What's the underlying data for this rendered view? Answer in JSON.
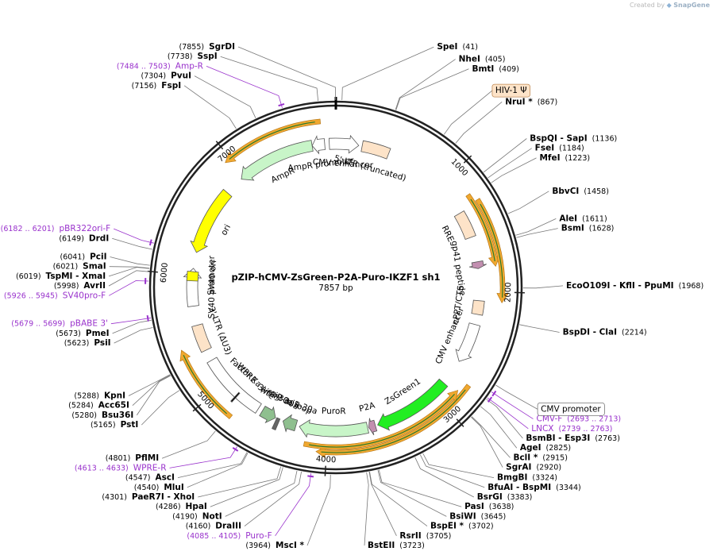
{
  "watermark": {
    "prefix": "Created by",
    "brand": "SnapGene"
  },
  "plasmid": {
    "name": "pZIP-hCMV-ZsGreen-P2A-Puro-IKZF1 sh1",
    "size_label": "7857 bp",
    "length": 7857
  },
  "ticks": [
    "1000",
    "2000",
    "3000",
    "4000",
    "5000",
    "6000",
    "7000"
  ],
  "sites": [
    {
      "name": "SpeI",
      "pos": "(41)",
      "bp": 41
    },
    {
      "name": "NheI",
      "pos": "(405)",
      "bp": 405
    },
    {
      "name": "BmtI",
      "pos": "(409)",
      "bp": 409
    },
    {
      "name": "NruI *",
      "pos": "(867)",
      "bp": 867
    },
    {
      "name": "BspQI - SapI",
      "pos": "(1136)",
      "bp": 1136
    },
    {
      "name": "FseI",
      "pos": "(1184)",
      "bp": 1184
    },
    {
      "name": "MfeI",
      "pos": "(1223)",
      "bp": 1223
    },
    {
      "name": "BbvCI",
      "pos": "(1458)",
      "bp": 1458
    },
    {
      "name": "AleI",
      "pos": "(1611)",
      "bp": 1611
    },
    {
      "name": "BsmI",
      "pos": "(1628)",
      "bp": 1628
    },
    {
      "name": "EcoO109I - KflI - PpuMI",
      "pos": "(1968)",
      "bp": 1968
    },
    {
      "name": "BspDI - ClaI",
      "pos": "(2214)",
      "bp": 2214
    },
    {
      "name": "BsmBI - Esp3I",
      "pos": "(2763)",
      "bp": 2763
    },
    {
      "name": "AgeI",
      "pos": "(2825)",
      "bp": 2825
    },
    {
      "name": "BclI *",
      "pos": "(2915)",
      "bp": 2915
    },
    {
      "name": "SgrAI",
      "pos": "(2920)",
      "bp": 2920
    },
    {
      "name": "BmgBI",
      "pos": "(3324)",
      "bp": 3324
    },
    {
      "name": "BfuAI - BspMI",
      "pos": "(3344)",
      "bp": 3344
    },
    {
      "name": "BsrGI",
      "pos": "(3383)",
      "bp": 3383
    },
    {
      "name": "PasI",
      "pos": "(3638)",
      "bp": 3638
    },
    {
      "name": "BsiWI",
      "pos": "(3645)",
      "bp": 3645
    },
    {
      "name": "BspEI *",
      "pos": "(3702)",
      "bp": 3702
    },
    {
      "name": "RsrII",
      "pos": "(3705)",
      "bp": 3705
    },
    {
      "name": "BstEII",
      "pos": "(3723)",
      "bp": 3723
    },
    {
      "name": "MscI *",
      "pos": "(3964)",
      "bp": 3964
    },
    {
      "name": "DraIII",
      "pos": "(4160)",
      "bp": 4160
    },
    {
      "name": "NotI",
      "pos": "(4190)",
      "bp": 4190
    },
    {
      "name": "HpaI",
      "pos": "(4286)",
      "bp": 4286
    },
    {
      "name": "PaeR7I - XhoI",
      "pos": "(4301)",
      "bp": 4301
    },
    {
      "name": "MluI",
      "pos": "(4540)",
      "bp": 4540
    },
    {
      "name": "AscI",
      "pos": "(4547)",
      "bp": 4547
    },
    {
      "name": "PflMI",
      "pos": "(4801)",
      "bp": 4801
    },
    {
      "name": "PstI",
      "pos": "(5165)",
      "bp": 5165
    },
    {
      "name": "Bsu36I",
      "pos": "(5280)",
      "bp": 5280
    },
    {
      "name": "Acc65I",
      "pos": "(5284)",
      "bp": 5284
    },
    {
      "name": "KpnI",
      "pos": "(5288)",
      "bp": 5288
    },
    {
      "name": "PsiI",
      "pos": "(5623)",
      "bp": 5623
    },
    {
      "name": "PmeI",
      "pos": "(5673)",
      "bp": 5673
    },
    {
      "name": "AvrII",
      "pos": "(5998)",
      "bp": 5998
    },
    {
      "name": "TspMI - XmaI",
      "pos": "(6019)",
      "bp": 6019
    },
    {
      "name": "SmaI",
      "pos": "(6021)",
      "bp": 6021
    },
    {
      "name": "PciI",
      "pos": "(6041)",
      "bp": 6041
    },
    {
      "name": "DrdI",
      "pos": "(6149)",
      "bp": 6149
    },
    {
      "name": "FspI",
      "pos": "(7156)",
      "bp": 7156
    },
    {
      "name": "PvuI",
      "pos": "(7304)",
      "bp": 7304
    },
    {
      "name": "SspI",
      "pos": "(7738)",
      "bp": 7738
    },
    {
      "name": "SgrDI",
      "pos": "(7855)",
      "bp": 7855
    }
  ],
  "primers": [
    {
      "name": "Amp-R",
      "pos": "(7484 .. 7503)",
      "bp": 7494
    },
    {
      "name": "pBR322ori-F",
      "pos": "(6182 .. 6201)",
      "bp": 6191
    },
    {
      "name": "SV40pro-F",
      "pos": "(5926 .. 5945)",
      "bp": 5935
    },
    {
      "name": "pBABE 3'",
      "pos": "(5679 .. 5699)",
      "bp": 5689
    },
    {
      "name": "CMV-F",
      "pos": "(2693 .. 2713)",
      "bp": 2703
    },
    {
      "name": "LNCX",
      "pos": "(2739 .. 2763)",
      "bp": 2751
    },
    {
      "name": "WPRE-R",
      "pos": "(4613 .. 4633)",
      "bp": 4623
    },
    {
      "name": "Puro-F",
      "pos": "(4085 .. 4105)",
      "bp": 4095
    }
  ],
  "boxed_labels": [
    {
      "name": "HIV-1 Ψ",
      "bp": 770,
      "fill": "#fde3c8",
      "stroke": "#c08a55"
    },
    {
      "name": "CMV promoter",
      "bp": 2650,
      "fill": "#ffffff",
      "stroke": "#777777"
    }
  ],
  "features": [
    {
      "name": "CMV enhancer",
      "start": 7800,
      "end": 200,
      "color": "#ffffff",
      "dir": 1
    },
    {
      "name": "5' LTR (truncated)",
      "start": 230,
      "end": 470,
      "color": "#fde3c8",
      "dir": 0
    },
    {
      "name": "RRE",
      "start": 1290,
      "end": 1520,
      "color": "#fde3c8",
      "dir": 0
    },
    {
      "name": "gp41 peptide",
      "start": 1740,
      "end": 1800,
      "color": "#c28fb0",
      "dir": 1
    },
    {
      "name": "cPPT/CTS",
      "start": 2080,
      "end": 2200,
      "color": "#fde3c8",
      "dir": 0
    },
    {
      "name": "CMV enhancer",
      "start": 2290,
      "end": 2640,
      "color": "#ffffff",
      "dir": 1
    },
    {
      "name": "ZsGreen1",
      "start": 2870,
      "end": 3560,
      "color": "#22ee22",
      "dir": 1
    },
    {
      "name": "P2A",
      "start": 3580,
      "end": 3640,
      "color": "#c28fb0",
      "dir": 1
    },
    {
      "name": "PuroR",
      "start": 3650,
      "end": 4250,
      "color": "#c8f5c8",
      "dir": 1
    },
    {
      "name": "5' miR-30a",
      "start": 4280,
      "end": 4400,
      "color": "#8fbf8f",
      "dir": 1
    },
    {
      "name": "3' miR-30a",
      "start": 4470,
      "end": 4600,
      "color": "#8fbf8f",
      "dir": -1
    },
    {
      "name": "miR-30a loop",
      "start": 4430,
      "end": 4460,
      "color": "#666666",
      "dir": 0
    },
    {
      "name": "WPRE",
      "start": 4640,
      "end": 5230,
      "color": "#ffffff",
      "dir": 0
    },
    {
      "name": "Factor Xa site",
      "start": 4850,
      "end": 4862,
      "color": "#000000",
      "dir": 0
    },
    {
      "name": "3' LTR (ΔU3)",
      "start": 5330,
      "end": 5560,
      "color": "#fde3c8",
      "dir": 0
    },
    {
      "name": "SV40 promoter",
      "start": 5730,
      "end": 6060,
      "color": "#ffffff",
      "dir": 1
    },
    {
      "name": "SV40 ori",
      "start": 5950,
      "end": 6030,
      "color": "#ffff00",
      "dir": 0
    },
    {
      "name": "ori",
      "start": 6200,
      "end": 6790,
      "color": "#ffff00",
      "dir": -1
    },
    {
      "name": "AmpR",
      "start": 6960,
      "end": 7650,
      "color": "#c8f5c8",
      "dir": -1
    },
    {
      "name": "AmpR promoter",
      "start": 7650,
      "end": 7760,
      "color": "#ffffff",
      "dir": -1
    }
  ],
  "orfs": [
    {
      "start": 6950,
      "end": 7740,
      "dir": -1
    },
    {
      "start": 1200,
      "end": 1800,
      "dir": 1
    },
    {
      "start": 1270,
      "end": 2080,
      "dir": 1
    },
    {
      "start": 2760,
      "end": 4080,
      "dir": 1
    },
    {
      "start": 2840,
      "end": 4180,
      "dir": -1
    },
    {
      "start": 4780,
      "end": 5410,
      "dir": 1
    }
  ],
  "colors": {
    "backbone": "#222222",
    "orf_fill": "#f0a830",
    "orf_line": "#2a7a2a",
    "primer": "#9932CC"
  }
}
